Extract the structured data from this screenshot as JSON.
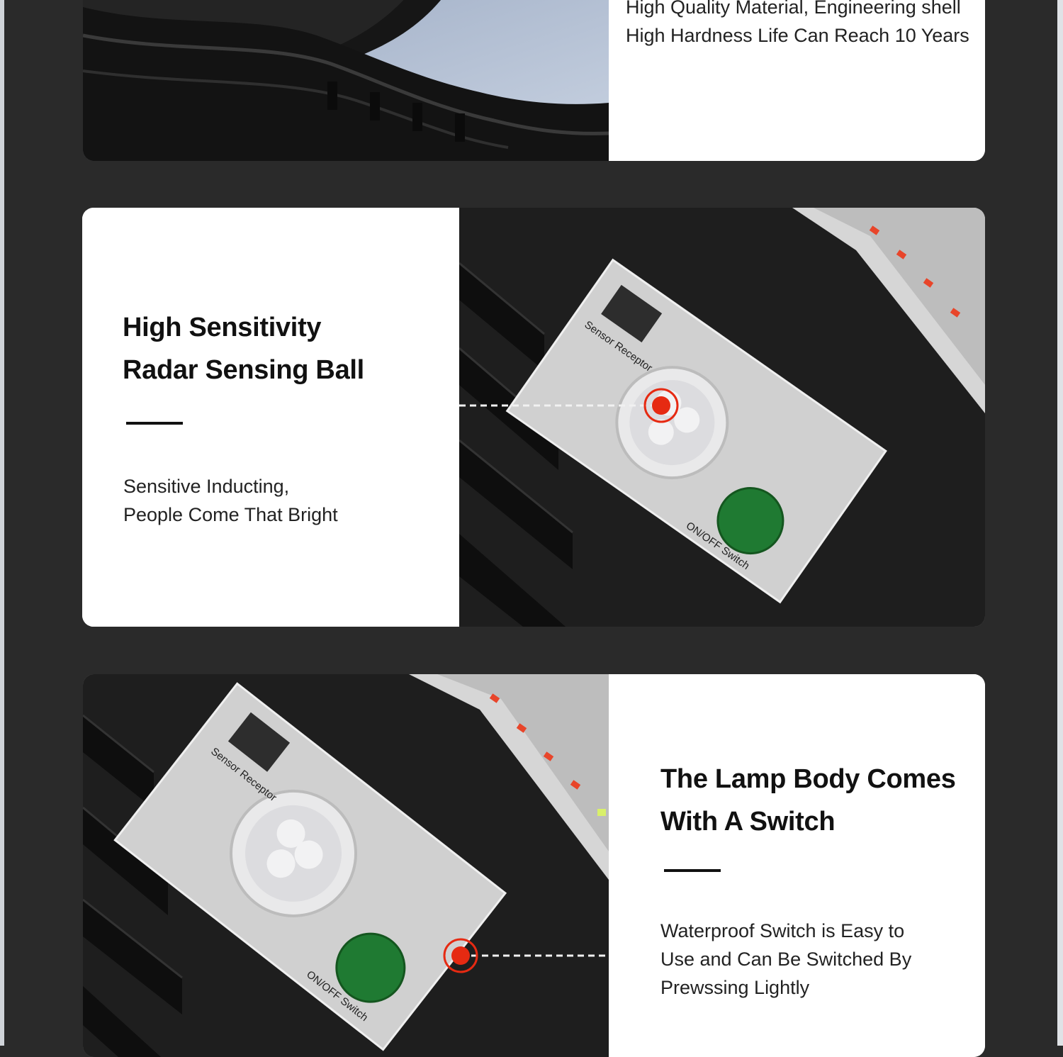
{
  "colors": {
    "page_background": "#2a2a2a",
    "card_text_background": "#ffffff",
    "lamp_body": "#1b1b1b",
    "panel_silver": "#cfcfcf",
    "switch_green": "#1f7a32",
    "marker_red": "#e62a12"
  },
  "section_top": {
    "lines": [
      "High Quality Material, Engineering shell",
      "High Hardness Life Can Reach 10 Years"
    ],
    "image": "lamp-shell-closeup"
  },
  "section_sensor": {
    "title_lines": [
      "High Sensitivity",
      "Radar Sensing Ball"
    ],
    "body_lines": [
      "Sensitive Inducting,",
      "People Come That Bright"
    ],
    "panel_labels": {
      "sensor": "Sensor Receptor",
      "switch": "ON/OFF Switch"
    },
    "image": "pir-sensor-panel"
  },
  "section_switch": {
    "title_lines": [
      "The Lamp Body Comes",
      "With A Switch"
    ],
    "body_lines": [
      "Waterproof Switch is Easy to",
      "Use and Can Be Switched By",
      "Prewssing Lightly"
    ],
    "panel_labels": {
      "sensor": "Sensor Receptor",
      "switch": "ON/OFF Switch"
    },
    "image": "switch-panel"
  }
}
